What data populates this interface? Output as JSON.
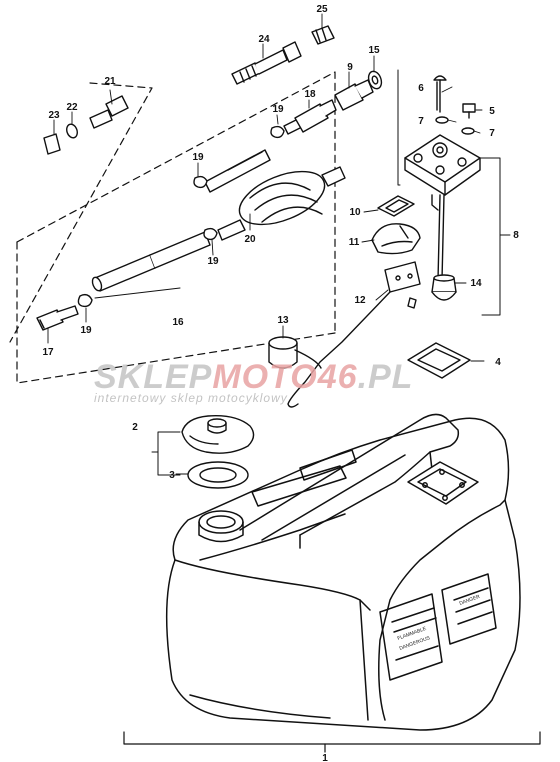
{
  "diagram": {
    "callouts": [
      {
        "id": "1",
        "text": "1"
      },
      {
        "id": "2",
        "text": "2"
      },
      {
        "id": "3",
        "text": "3"
      },
      {
        "id": "4",
        "text": "4"
      },
      {
        "id": "5",
        "text": "5"
      },
      {
        "id": "6",
        "text": "6"
      },
      {
        "id": "7a",
        "text": "7"
      },
      {
        "id": "7b",
        "text": "7"
      },
      {
        "id": "8",
        "text": "8"
      },
      {
        "id": "9",
        "text": "9"
      },
      {
        "id": "10",
        "text": "10"
      },
      {
        "id": "11",
        "text": "11"
      },
      {
        "id": "12",
        "text": "12"
      },
      {
        "id": "13",
        "text": "13"
      },
      {
        "id": "14",
        "text": "14"
      },
      {
        "id": "15",
        "text": "15"
      },
      {
        "id": "16",
        "text": "16"
      },
      {
        "id": "17",
        "text": "17"
      },
      {
        "id": "18",
        "text": "18"
      },
      {
        "id": "19a",
        "text": "19"
      },
      {
        "id": "19b",
        "text": "19"
      },
      {
        "id": "19c",
        "text": "19"
      },
      {
        "id": "19d",
        "text": "19"
      },
      {
        "id": "20",
        "text": "20"
      },
      {
        "id": "21",
        "text": "21"
      },
      {
        "id": "22",
        "text": "22"
      },
      {
        "id": "23",
        "text": "23"
      },
      {
        "id": "24",
        "text": "24"
      },
      {
        "id": "25",
        "text": "25"
      }
    ],
    "tank_label_text": "FLAMMABLE",
    "tank_label_text2": "DANGEROUS",
    "tank_label_text3": "DANGER"
  },
  "watermark": {
    "brand_part1": "SKLEP",
    "brand_part2": "MOTO",
    "brand_part3": "46",
    "brand_suffix": ".PL",
    "tagline": "internetowy sklep motocyklowy",
    "colors": {
      "gray": "#c4c4c4",
      "red": "#e8a3a3"
    }
  },
  "colors": {
    "line": "#111111",
    "background": "#ffffff"
  }
}
